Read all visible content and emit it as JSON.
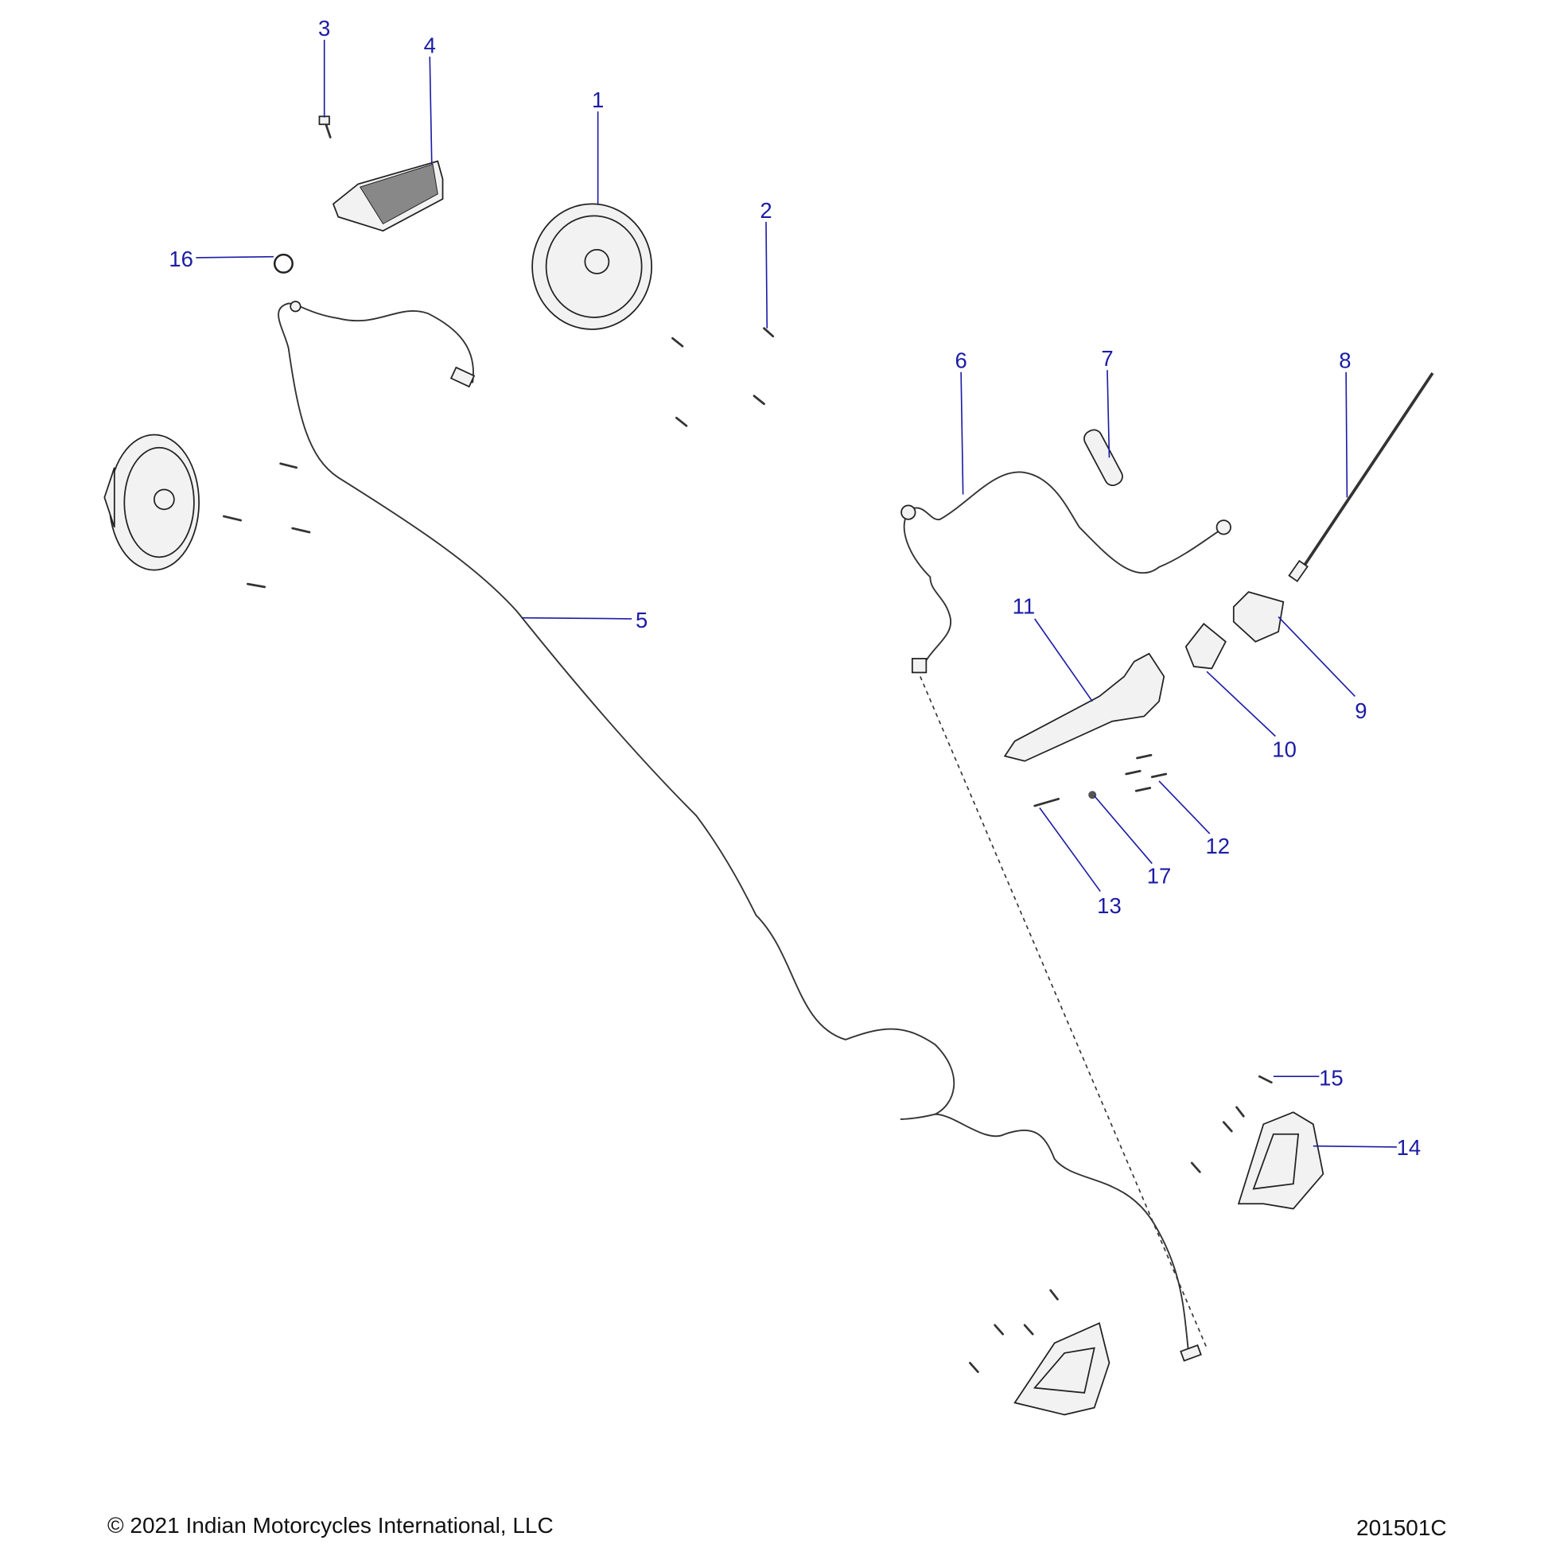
{
  "callouts": [
    "1",
    "2",
    "3",
    "4",
    "5",
    "6",
    "7",
    "8",
    "9",
    "10",
    "11",
    "12",
    "13",
    "14",
    "15",
    "16",
    "17"
  ],
  "footer": {
    "copyright": "© 2021 Indian Motorcycles International, LLC",
    "figure_id": "201501C"
  },
  "colors": {
    "callout": "#1c1ca6",
    "line": "#222222"
  }
}
